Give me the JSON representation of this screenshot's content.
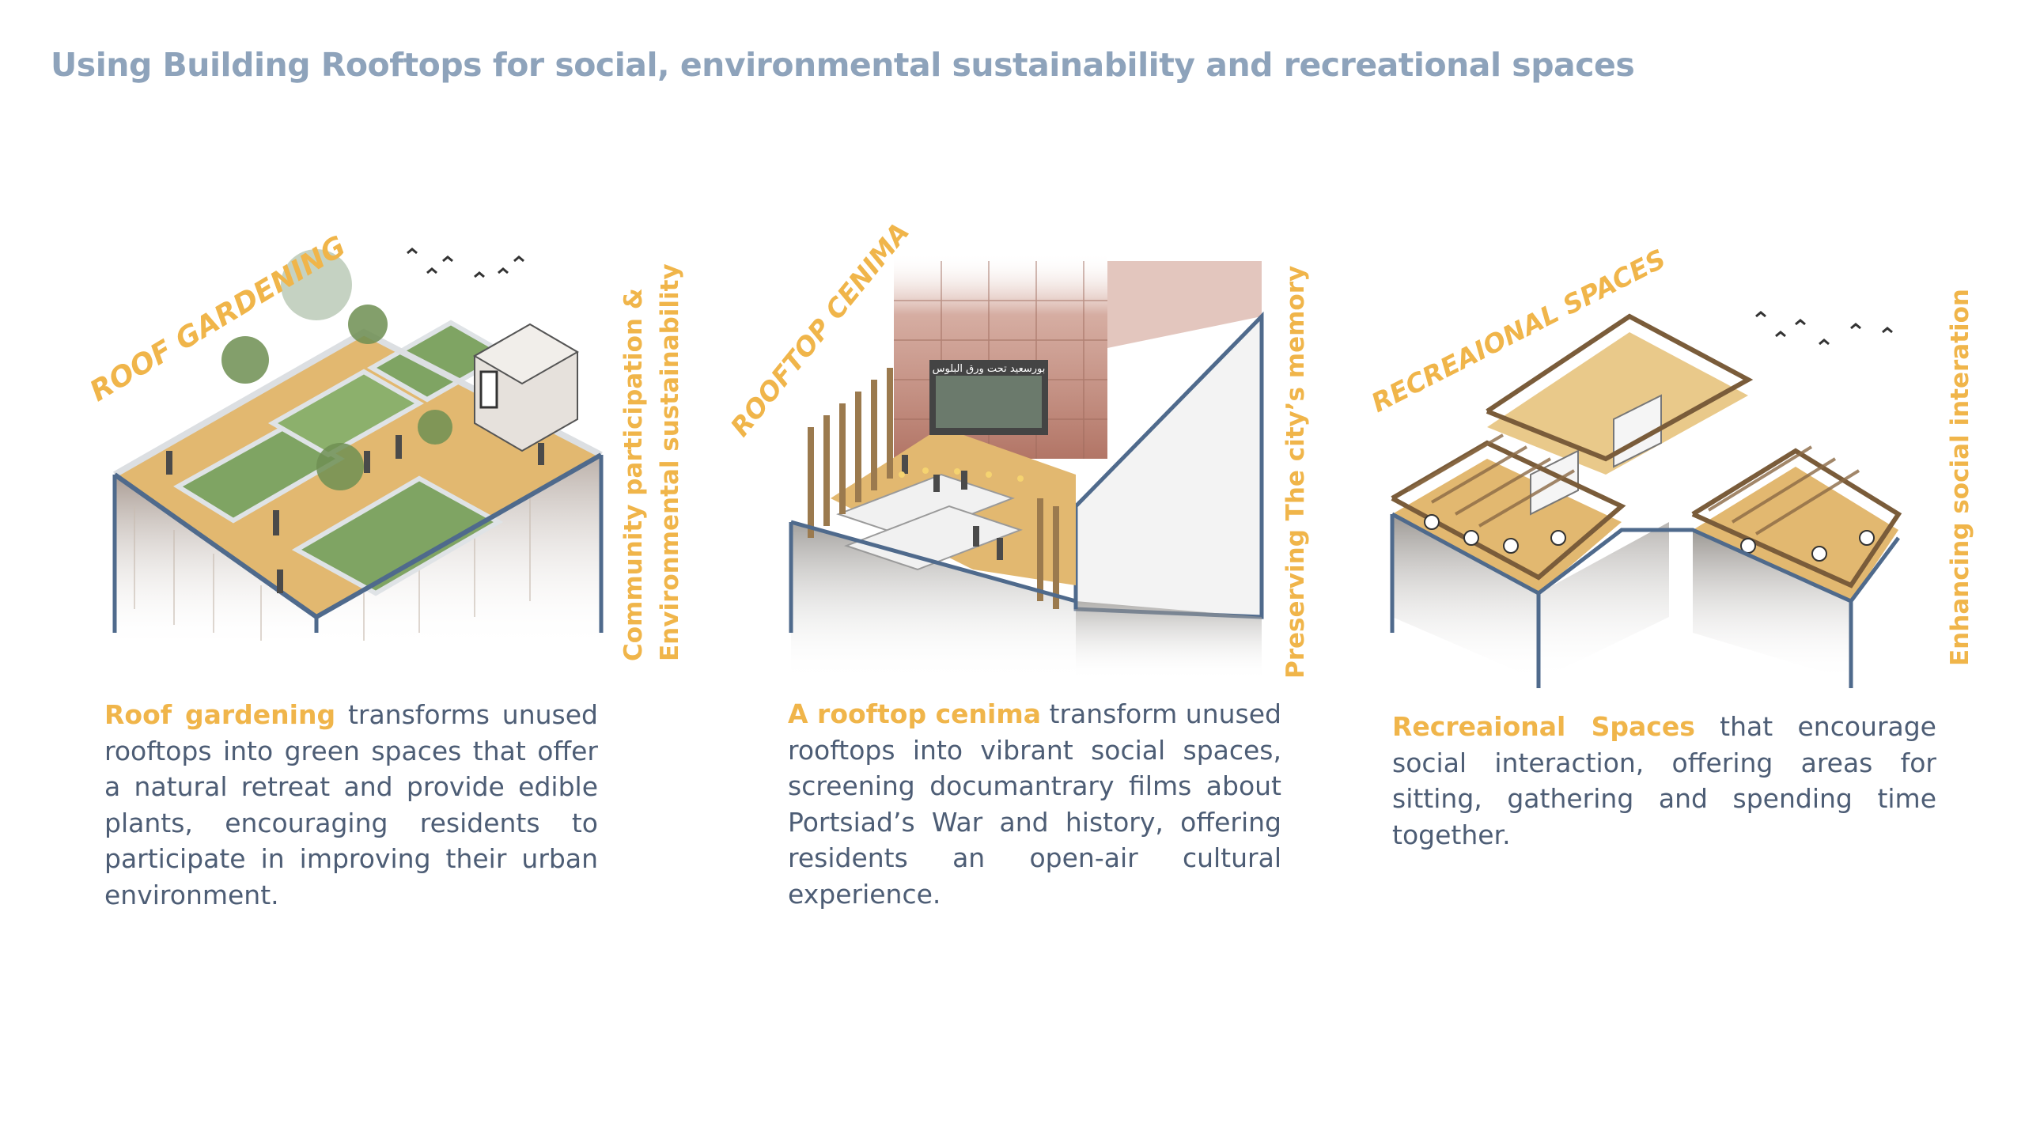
{
  "title": "Using Building Rooftops  for social, environmental sustainability and recreational spaces",
  "colors": {
    "title": "#8ea3bb",
    "accent": "#f0b54a",
    "body_text": "#4d5d75",
    "structure": "#4f6a8c",
    "green": "#7fa463",
    "deck": "#e2b870"
  },
  "panels": [
    {
      "tag": "ROOF GARDENING",
      "side_label_line1": "Community participation &",
      "side_label_line2": "Environmental sustainability",
      "lead": "Roof gardening",
      "body": " transforms unused rooftops into green spaces that offer a natural retreat and provide edible plants, encouraging residents to participate in improving their urban environment."
    },
    {
      "tag": "ROOFTOP CENIMA",
      "side_label_line1": "Preserving The city’s memory",
      "screen_text": "بورسعيد تحت ورق البلوس",
      "lead": "A rooftop cenima",
      "body": " transform unused rooftops into vibrant social spaces, screening documantrary films about Portsiad’s War and history, offering residents an open-air cultural experience."
    },
    {
      "tag": "RECREAIONAL SPACES",
      "side_label_line1": "Enhancing social interation",
      "lead": "Recreaional Spaces",
      "body": " that encourage social interaction, offering areas for sitting, gathering and spending time together."
    }
  ]
}
